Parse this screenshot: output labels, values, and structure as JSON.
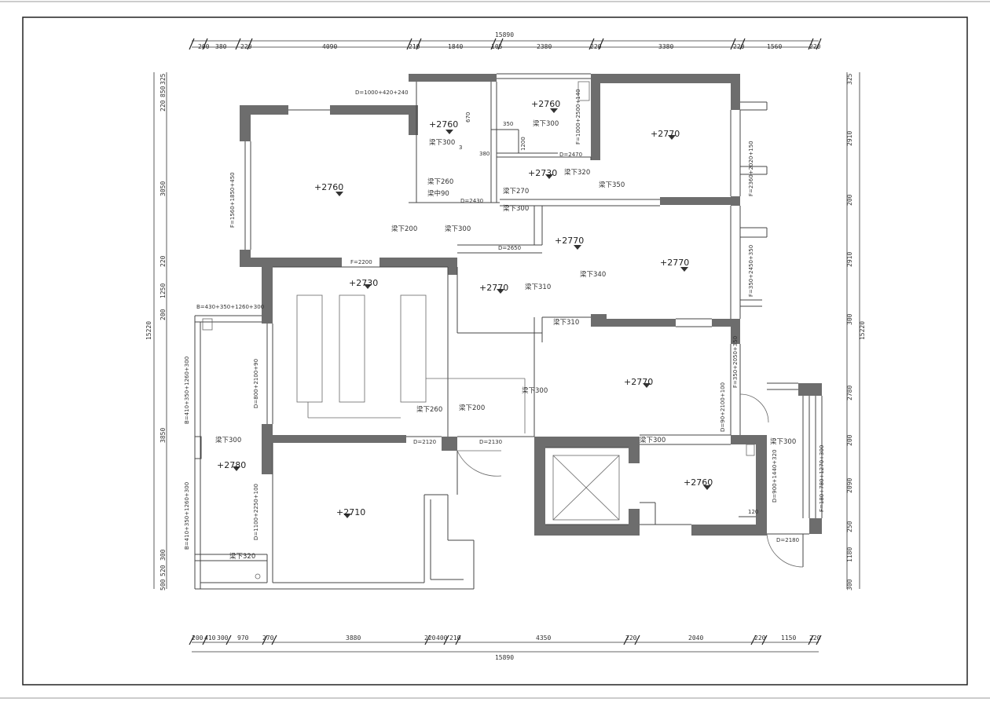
{
  "dimensions": {
    "top_total": "15890",
    "bottom_total": "15890",
    "left_total": "15220",
    "right_total": "15220",
    "top": [
      "200",
      "380",
      "220",
      "4090",
      "210",
      "1840",
      "105",
      "2380",
      "220",
      "3380",
      "220",
      "1560",
      "220"
    ],
    "bottom": [
      "200",
      "410",
      "300",
      "970",
      "270",
      "3880",
      "220",
      "400",
      "210",
      "4350",
      "220",
      "2040",
      "220",
      "1150",
      "220"
    ],
    "left": [
      "325",
      "220",
      "850",
      "3050",
      "220",
      "1250",
      "200",
      "3850",
      "300",
      "520",
      "500"
    ],
    "right": [
      "325",
      "2910",
      "200",
      "2910",
      "300",
      "2780",
      "200",
      "2090",
      "250",
      "1180",
      "300"
    ]
  },
  "elevations": [
    {
      "label": "+2760"
    },
    {
      "label": "+2760"
    },
    {
      "label": "+2760"
    },
    {
      "label": "+2770"
    },
    {
      "label": "+2730"
    },
    {
      "label": "+2770"
    },
    {
      "label": "+2770"
    },
    {
      "label": "+2770"
    },
    {
      "label": "+2730"
    },
    {
      "label": "+2770"
    },
    {
      "label": "+2780"
    },
    {
      "label": "+2710"
    },
    {
      "label": "+2760"
    }
  ],
  "beams": [
    {
      "text": "梁下300"
    },
    {
      "text": "梁下300"
    },
    {
      "text": "梁下260"
    },
    {
      "text": "梁中90"
    },
    {
      "text": "梁下270"
    },
    {
      "text": "梁下320"
    },
    {
      "text": "梁下350"
    },
    {
      "text": "梁下300"
    },
    {
      "text": "梁下200"
    },
    {
      "text": "梁下300"
    },
    {
      "text": "梁下340"
    },
    {
      "text": "梁下310"
    },
    {
      "text": "梁下310"
    },
    {
      "text": "梁下300"
    },
    {
      "text": "梁下260"
    },
    {
      "text": "梁下200"
    },
    {
      "text": "梁下300"
    },
    {
      "text": "梁下300"
    },
    {
      "text": "梁下300"
    },
    {
      "text": "梁下320"
    }
  ],
  "openings": [
    {
      "text": "D=1000+420+240"
    },
    {
      "text": "F=1560+1850+450"
    },
    {
      "text": "D=2430"
    },
    {
      "text": "D=2650"
    },
    {
      "text": "F=2200"
    },
    {
      "text": "D=2470"
    },
    {
      "text": "B=430+350+1260+300"
    },
    {
      "text": "D=800+2100+90"
    },
    {
      "text": "D=1100+2250+100"
    },
    {
      "text": "B=410+350+1260+300"
    },
    {
      "text": "B=410+350+1260+300"
    },
    {
      "text": "D=2120"
    },
    {
      "text": "D=2130"
    },
    {
      "text": "D=900+1440+320"
    },
    {
      "text": "D=2180"
    },
    {
      "text": "F=2360+2020+150"
    },
    {
      "text": "F=350+2450+350"
    },
    {
      "text": "F=350+2050+350"
    },
    {
      "text": "D=90+2100+100"
    },
    {
      "text": "F=180+780+1270+300"
    },
    {
      "text": "F=1000+2500+140"
    }
  ],
  "small_dims": [
    {
      "text": "670"
    },
    {
      "text": "350"
    },
    {
      "text": "380"
    },
    {
      "text": "1200"
    },
    {
      "text": "3"
    },
    {
      "text": "120"
    }
  ]
}
